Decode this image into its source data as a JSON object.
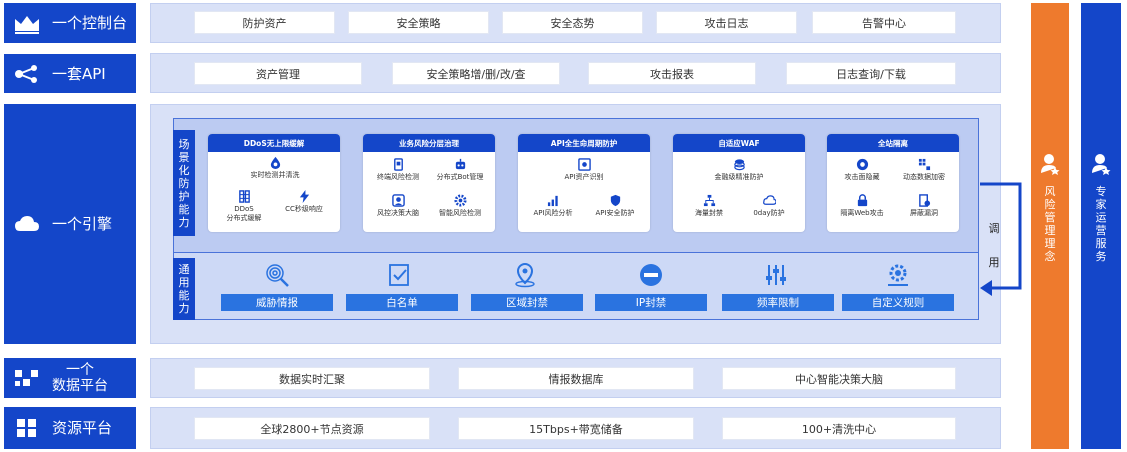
{
  "rows": {
    "control": {
      "label": "一个控制台",
      "chips": [
        "防护资产",
        "安全策略",
        "安全态势",
        "攻击日志",
        "告警中心"
      ]
    },
    "api": {
      "label": "一套API",
      "chips": [
        "资产管理",
        "安全策略增/删/改/查",
        "攻击报表",
        "日志查询/下载"
      ]
    },
    "engine": {
      "label": "一个引擎"
    },
    "data": {
      "label_line1": "一个",
      "label_line2": "数据平台",
      "chips": [
        "数据实时汇聚",
        "情报数据库",
        "中心智能决策大脑"
      ]
    },
    "resource": {
      "label": "资源平台",
      "chips": [
        "全球2800+节点资源",
        "15Tbps+带宽储备",
        "100+清洗中心"
      ]
    }
  },
  "scene": {
    "label": "场景化防护能力",
    "cards": [
      {
        "title": "DDoS无上限缓解",
        "items": [
          "实时检测并清洗",
          "DDoS\n分布式缓解",
          "CC秒级响应"
        ]
      },
      {
        "title": "业务风险分层治理",
        "items": [
          "终端风险检测",
          "分布式Bot管理",
          "风控决策大脑",
          "智能风险检测"
        ]
      },
      {
        "title": "API全生命周期防护",
        "items": [
          "API资产识别",
          "API风险分析",
          "API安全防护"
        ]
      },
      {
        "title": "自适应WAF",
        "items": [
          "金融级精准防护",
          "海量封禁",
          "0day防护"
        ]
      },
      {
        "title": "全站隔离",
        "items": [
          "攻击面隐藏",
          "动态数据加密",
          "隔离Web攻击",
          "屏蔽漏洞"
        ]
      }
    ]
  },
  "common": {
    "label": "通用能力",
    "items": [
      "威胁情报",
      "白名单",
      "区域封禁",
      "IP封禁",
      "频率限制",
      "自定义规则"
    ]
  },
  "call_label": "调用",
  "side": {
    "risk": "风险管理理念",
    "expert": "专家运营服务"
  },
  "colors": {
    "primary": "#1446c9",
    "band": "#d9e1f7",
    "orange": "#ee7a2d",
    "bar": "#2a73e0"
  }
}
